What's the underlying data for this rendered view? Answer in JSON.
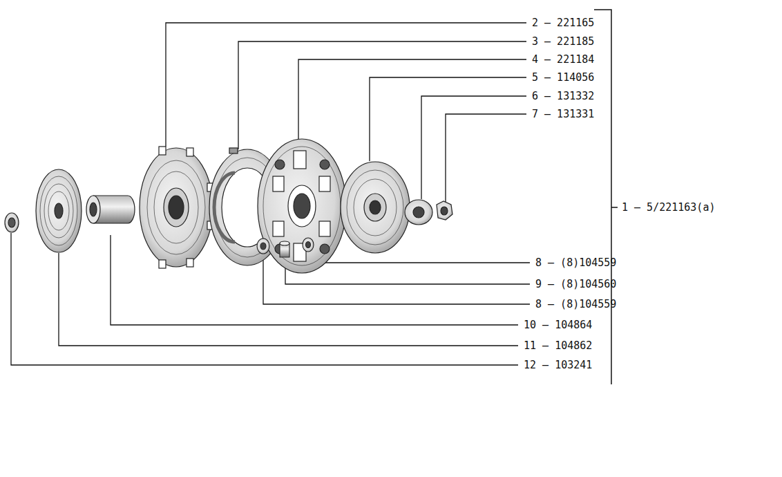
{
  "diagram": {
    "labels": [
      "2 — 221165",
      "3 — 221185",
      "4 — 221184",
      "5 — 114056",
      "6 — 131332",
      "7 — 131331",
      "8 — (8)104559",
      "9 — (8)104560",
      "8 — (8)104559",
      "10 — 104864",
      "11 — 104862",
      "12 — 103241",
      "1 — 5/221163(a)"
    ]
  }
}
